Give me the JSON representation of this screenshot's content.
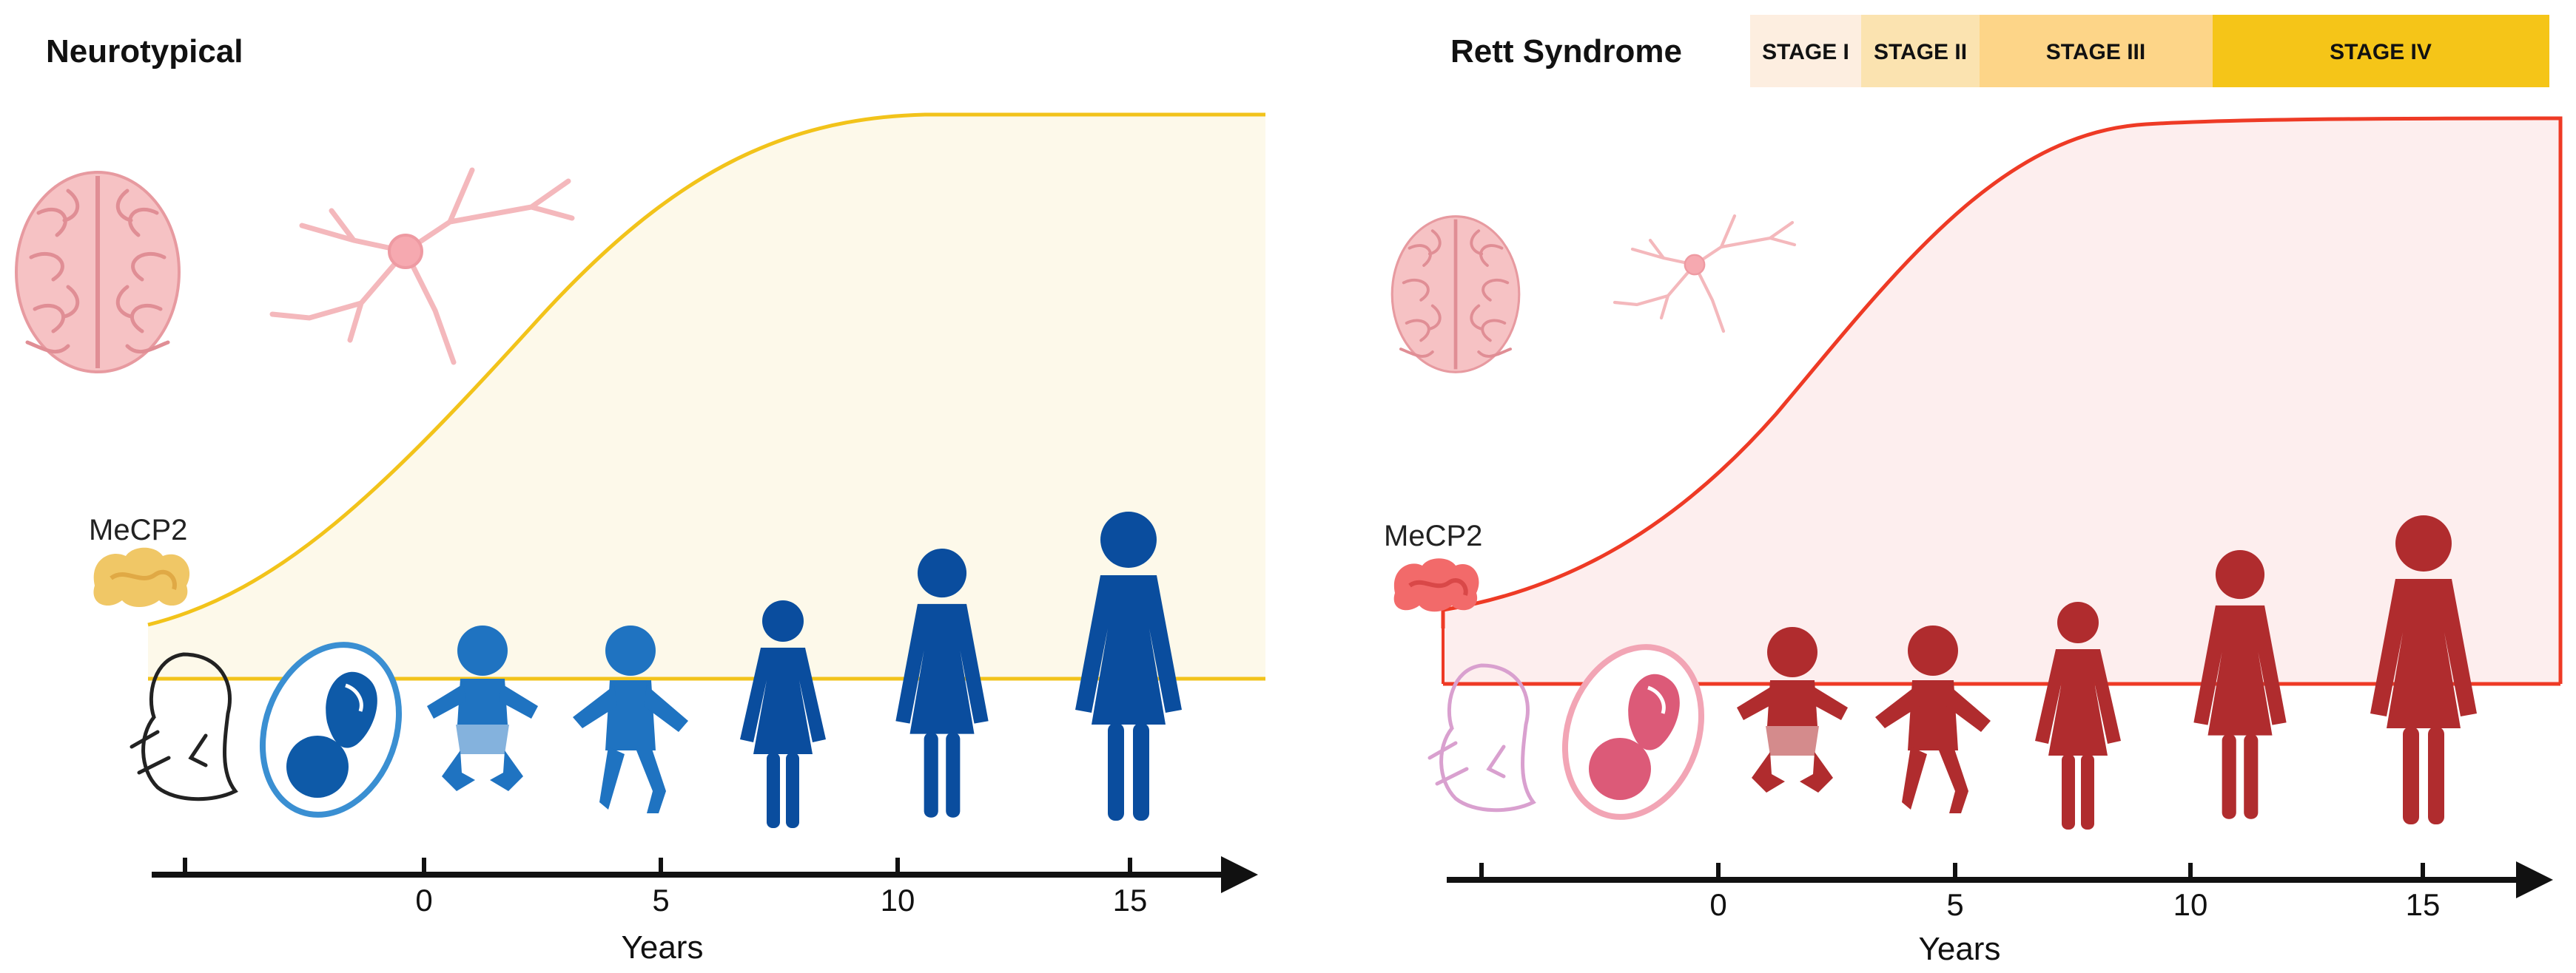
{
  "panels": {
    "left": {
      "title": "Neurotypical",
      "protein_label": "MeCP2",
      "axis_label": "Years",
      "ticks": [
        "0",
        "5",
        "10",
        "15"
      ],
      "colors": {
        "curve": "#f2c31a",
        "fill": "#fdf9ea",
        "figures": "#0a4d9e",
        "protein": "#f0c766"
      }
    },
    "right": {
      "title": "Rett Syndrome",
      "protein_label": "MeCP2",
      "axis_label": "Years",
      "ticks": [
        "0",
        "5",
        "10",
        "15"
      ],
      "colors": {
        "curve": "#ee3a25",
        "fill": "#fdeeee",
        "figures": "#b02c2e",
        "protein": "#f26a6a"
      },
      "stages": [
        {
          "label": "STAGE I",
          "color": "#fdeee0"
        },
        {
          "label": "STAGE II",
          "color": "#fbe3b0"
        },
        {
          "label": "STAGE III",
          "color": "#fdd588"
        },
        {
          "label": "STAGE IV",
          "color": "#f5c518"
        }
      ]
    }
  },
  "icons": {
    "brain": "brain-icon",
    "neuron": "neuron-icon",
    "protein": "mecp2-protein-icon",
    "embryo": "embryo-icon",
    "fetus": "fetus-in-womb-icon",
    "infant": "infant-icon",
    "toddler": "toddler-icon",
    "child": "child-icon",
    "adolescent": "adolescent-icon",
    "adult": "adult-woman-icon"
  }
}
